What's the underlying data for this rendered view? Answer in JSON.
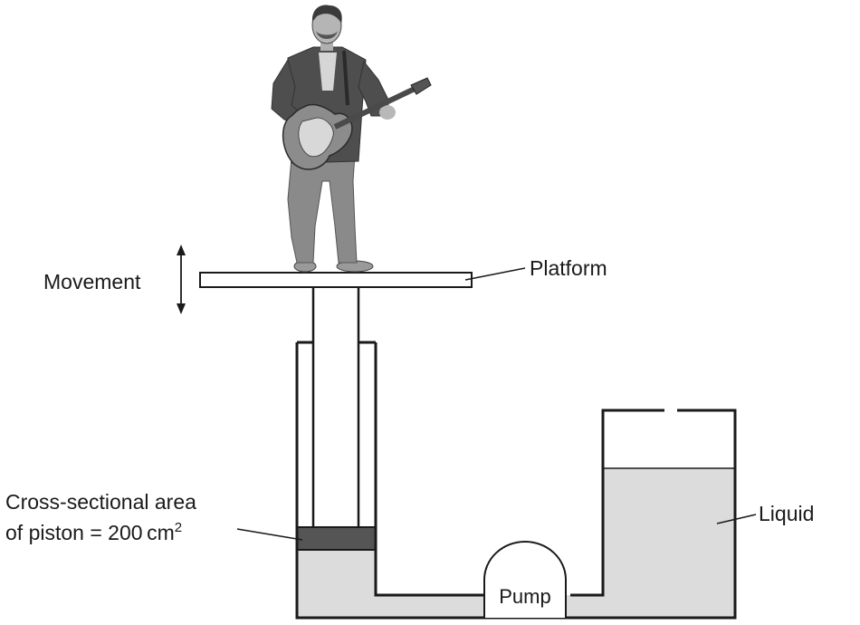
{
  "labels": {
    "movement": "Movement",
    "platform": "Platform",
    "piston_line1": "Cross-sectional area",
    "piston_line2_prefix": "of piston = 200 cm",
    "piston_line2_sup": "2",
    "liquid": "Liquid",
    "pump": "Pump"
  },
  "colors": {
    "outline": "#1a1a1a",
    "liquid": "#dcdcdc",
    "piston": "#555555",
    "background": "#ffffff"
  },
  "illustration": {
    "subject": "person-playing-electric-guitar"
  }
}
